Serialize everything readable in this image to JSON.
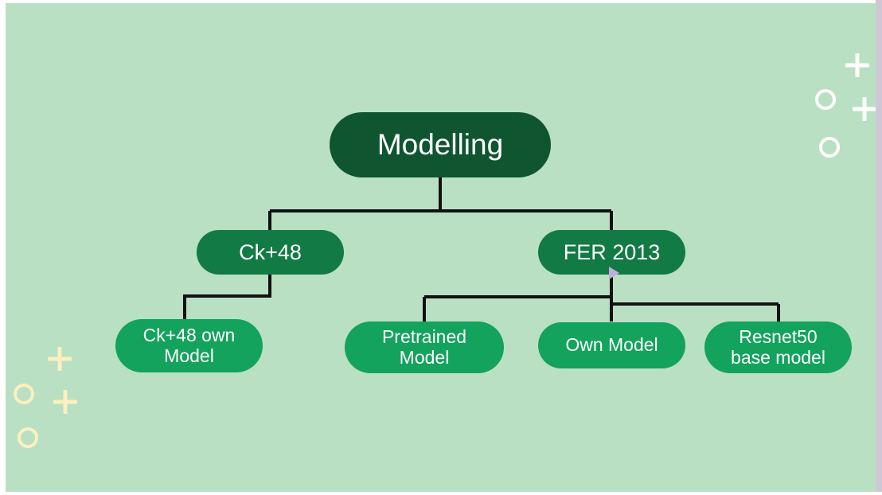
{
  "diagram": {
    "title": "Modelling",
    "background_color": "#b9e0c2",
    "nodes": {
      "root": {
        "label": "Modelling",
        "color": "#0e5530"
      },
      "level2": [
        {
          "id": "ck48",
          "label": "Ck+48",
          "color": "#127a44"
        },
        {
          "id": "fer2013",
          "label": "FER 2013",
          "color": "#127a44"
        }
      ],
      "leaves": [
        {
          "id": "ck48-own-model",
          "label": "Ck+48 own\nModel",
          "color": "#13a35c",
          "parent": "ck48"
        },
        {
          "id": "pretrained-model",
          "label": "Pretrained\nModel",
          "color": "#13a35c",
          "parent": "fer2013"
        },
        {
          "id": "own-model",
          "label": "Own Model",
          "color": "#13a35c",
          "parent": "fer2013"
        },
        {
          "id": "resnet50-base-model",
          "label": "Resnet50\nbase model",
          "color": "#13a35c",
          "parent": "fer2013"
        }
      ]
    },
    "connector_color": "#111111",
    "cursor_marker_color": "#c3aedb"
  },
  "decorations": {
    "top_right_color": "#ffffff",
    "bottom_left_color": "#fbf0bf",
    "shapes": [
      {
        "name": "plus",
        "group": "top-right"
      },
      {
        "name": "circle",
        "group": "top-right"
      },
      {
        "name": "plus",
        "group": "top-right"
      },
      {
        "name": "circle",
        "group": "top-right"
      },
      {
        "name": "plus",
        "group": "bottom-left"
      },
      {
        "name": "circle",
        "group": "bottom-left"
      },
      {
        "name": "plus",
        "group": "bottom-left"
      },
      {
        "name": "circle",
        "group": "bottom-left"
      }
    ]
  }
}
